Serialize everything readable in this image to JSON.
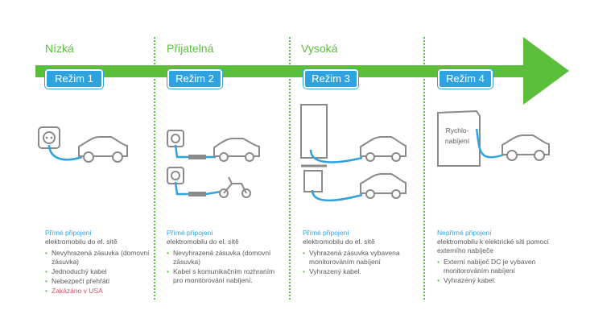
{
  "levels": [
    "Nízká",
    "Přijatelná",
    "Vysoká"
  ],
  "modes": [
    "Režim 1",
    "Režim 2",
    "Režim 3",
    "Režim 4"
  ],
  "colors": {
    "green": "#5cbf3c",
    "blue": "#2fa3e0",
    "red": "#d0506a",
    "gray": "#8a8a8a"
  },
  "fast_charger_label": [
    "Rychlo-",
    "nabíjení"
  ],
  "descriptions": [
    {
      "head": "Přímé připojení",
      "sub": "elektromobilu do el. sítě",
      "items": [
        "Nevyhrazená zásuvka (domovní zásuvka)",
        "Jednoduchý kabel",
        "Nebezpečí přehřátí",
        "Zakázáno v USA"
      ]
    },
    {
      "head": "Přímé připojení",
      "sub": "elektromobilu do el. sítě",
      "items": [
        "Nevyhrazená zásuvka (domovní zásuvka)",
        "Kabel s komunikačním rozhraním pro monitorování nabíjení."
      ]
    },
    {
      "head": "Přímé připojení",
      "sub": "elektromobilu do el. sítě",
      "items": [
        "Vyhrazená zásuvka vybavena monitorováním nabíjení",
        "Vyhrazený kabel."
      ]
    },
    {
      "head": "Nepřímé připojení",
      "sub": "elektromobilu k elektrické síti pomocí externího nabíječe",
      "items": [
        "Externí nabíječ DC je vybaven monitorováním nabíjení",
        "Vyhrazený kabel."
      ]
    }
  ]
}
